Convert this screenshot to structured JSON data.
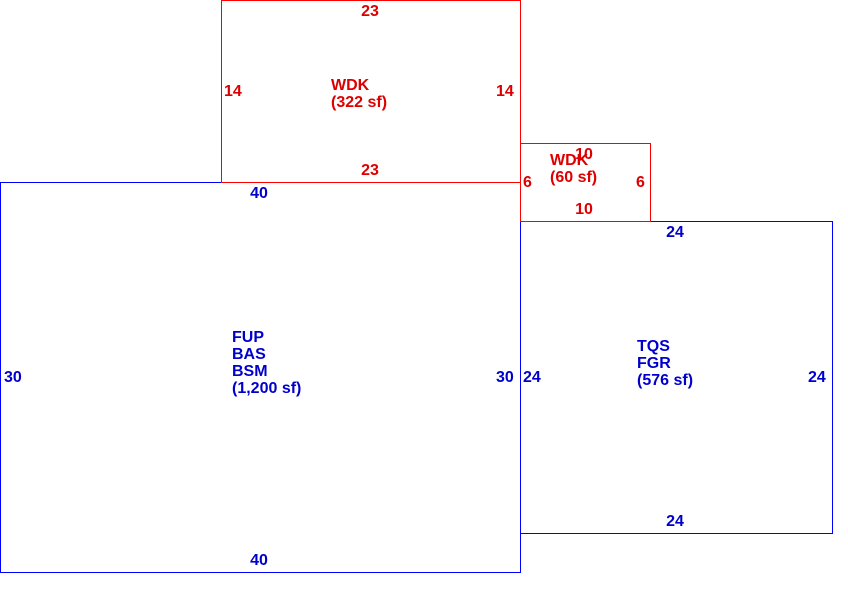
{
  "colors": {
    "structure": "#0000cc",
    "deck": "#dd0000"
  },
  "main": {
    "codes": [
      "FUP",
      "BAS",
      "BSM"
    ],
    "area": "(1,200 sf)",
    "dim_top": "40",
    "dim_bottom": "40",
    "dim_left": "30",
    "dim_right": "30"
  },
  "garage": {
    "codes": [
      "TQS",
      "FGR"
    ],
    "area": "(576 sf)",
    "dim_top": "24",
    "dim_bottom": "24",
    "dim_left": "24",
    "dim_right": "24"
  },
  "deck_large": {
    "code": "WDK",
    "area": "(322 sf)",
    "dim_top": "23",
    "dim_bottom": "23",
    "dim_left": "14",
    "dim_right": "14"
  },
  "deck_small": {
    "code": "WDK",
    "area": "(60 sf)",
    "dim_top": "10",
    "dim_bottom": "10",
    "dim_left": "6",
    "dim_right": "6"
  }
}
